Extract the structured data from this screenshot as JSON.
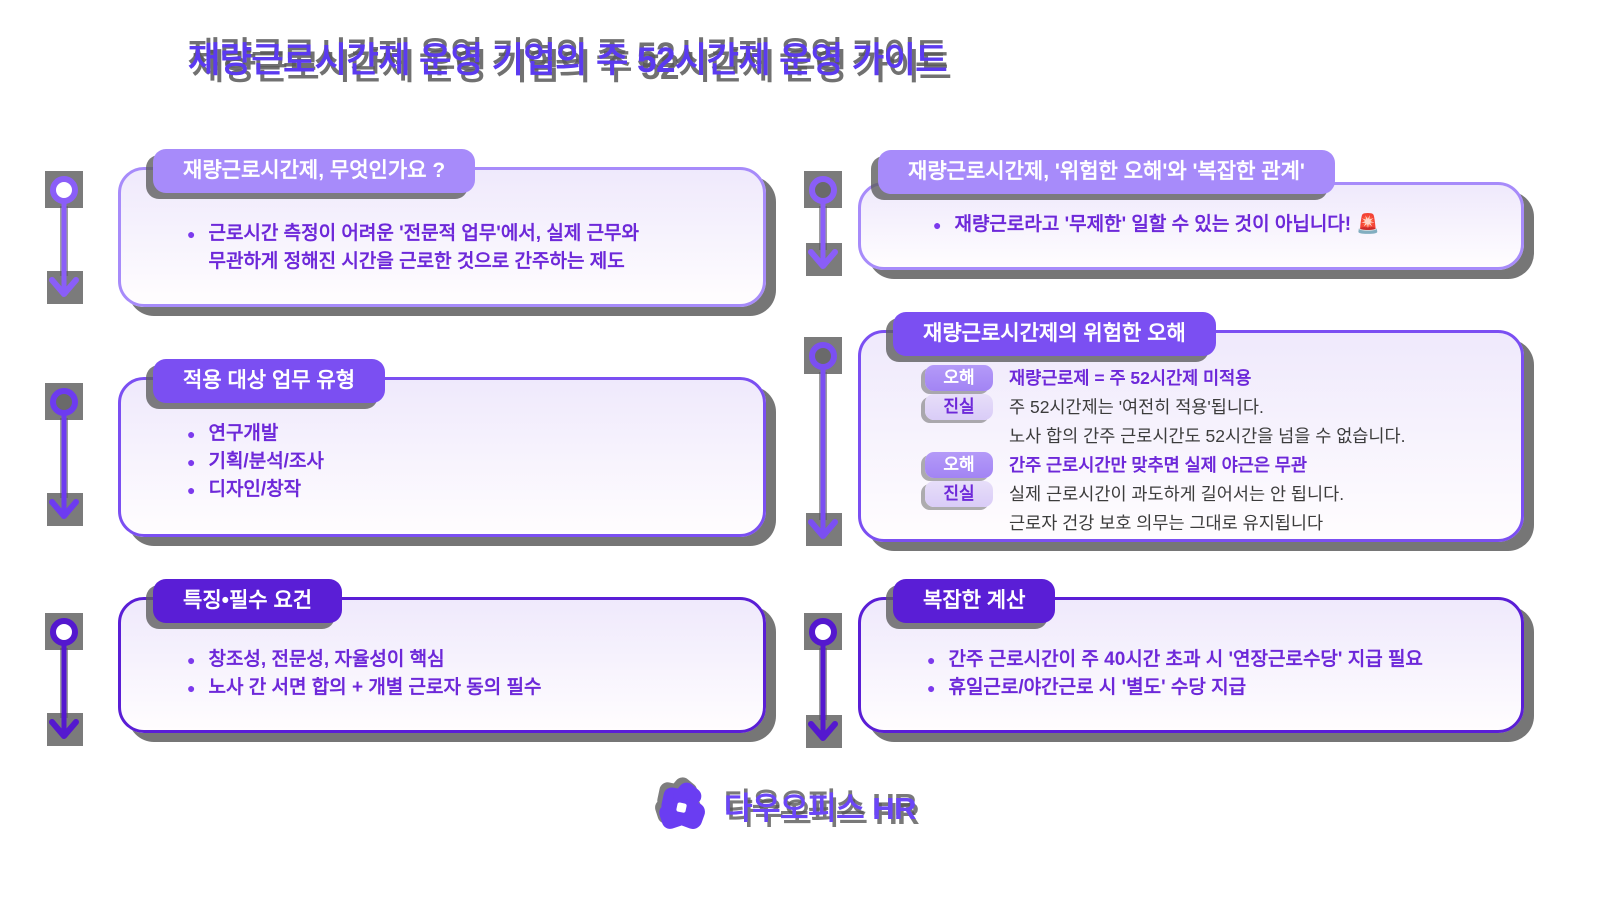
{
  "title": "재량근로시간제 운영 기업의 주 52시간제 운영 가이드",
  "cards": {
    "definition": {
      "header": "재량근로시간제, 무엇인가요 ?",
      "bullet_line1": "근로시간 측정이 어려운 '전문적 업무'에서, 실제 근무와",
      "bullet_line2": "무관하게 정해진 시간을 근로한 것으로 간주하는 제도"
    },
    "work_types": {
      "header": "적용 대상 업무 유형",
      "bullets": [
        "연구개발",
        "기획/분석/조사",
        "디자인/창작"
      ]
    },
    "requirements": {
      "header": "특징•필수 요건",
      "bullets": [
        "창조성, 전문성, 자율성이 핵심",
        "노사 간 서면 합의 + 개별 근로자 동의 필수"
      ]
    },
    "misconception_intro": {
      "header": "재량근로시간제, '위험한 오해'와 '복잡한 관계'",
      "bullets": [
        "재량근로라고 '무제한' 일할 수 있는 것이 아닙니다! 🚨"
      ]
    },
    "misconceptions": {
      "header": "재량근로시간제의 위험한 오해",
      "rows": [
        {
          "badge": "오해",
          "text": "재량근로제 = 주 52시간제 미적용"
        },
        {
          "badge": "진실",
          "text": "주 52시간제는 '여전히 적용'됩니다."
        },
        {
          "badge": "",
          "text": "노사 합의 간주 근로시간도 52시간을 넘을 수 없습니다."
        },
        {
          "badge": "오해",
          "text": "간주 근로시간만 맞추면 실제 야근은 무관"
        },
        {
          "badge": "진실",
          "text": "실제 근로시간이 과도하게 길어서는 안 됩니다."
        },
        {
          "badge": "",
          "text": "근로자 건강 보호 의무는 그대로 유지됩니다"
        }
      ]
    },
    "calculation": {
      "header": "복잡한 계산",
      "bullets": [
        "간주 근로시간이 주 40시간 초과 시 '연장근로수당' 지급 필요",
        "휴일근로/야간근로 시 '별도' 수당 지급"
      ]
    }
  },
  "footer": {
    "brand": "다우오피스 HR"
  },
  "colors": {
    "row1_accent": "#a78bfa",
    "row2_accent": "#7b4ff2",
    "row3_accent": "#5a1ed6",
    "title_text": "#5b3af0",
    "body_text": "#6d28d9",
    "truth_text": "#3c3c3c",
    "glitch_shadow": "#5e5e5e",
    "myth_badge_bg": "#a78bfa",
    "truth_badge_bg": "#ded3f9"
  }
}
